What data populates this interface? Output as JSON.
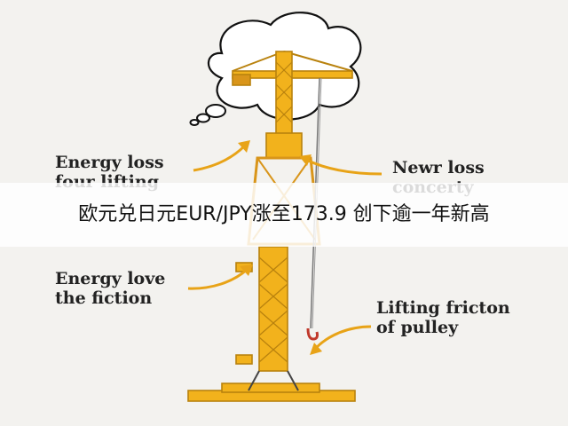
{
  "labels": {
    "energy_loss_lifting": "Energy loss\nfour lifting",
    "newr_loss": "Newr loss\nconcerty",
    "energy_love_friction": "Energy love\nthe fiction",
    "lifting_friction_pulley": "Lifting fricton\nof pulley"
  },
  "caption": "欧元兑日元EUR/JPY涨至173.9 创下逾一年新高",
  "colors": {
    "crane": "#f2b21c",
    "crane_dark": "#b9820e",
    "arrow": "#e8a317",
    "band": "#ffffff"
  }
}
